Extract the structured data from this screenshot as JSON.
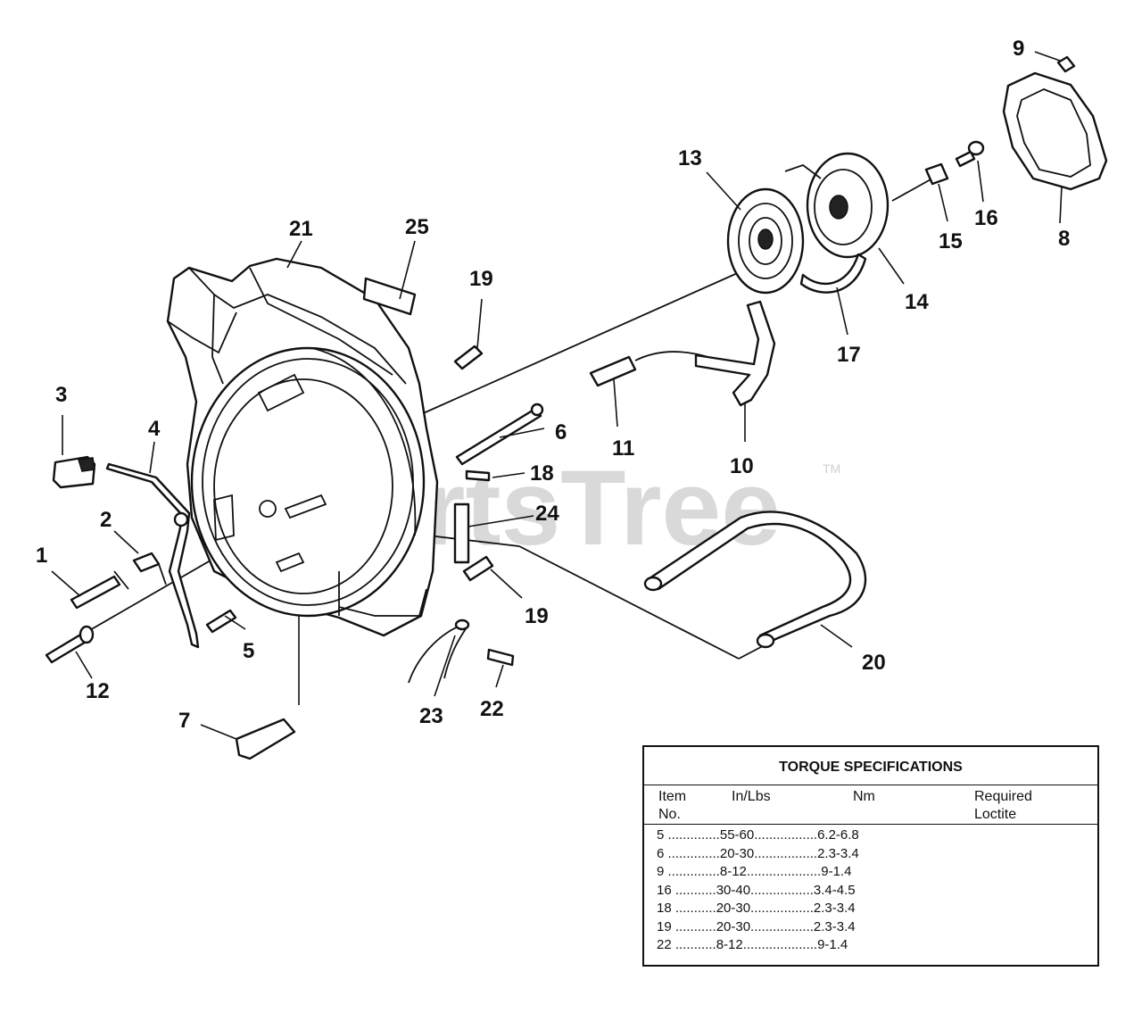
{
  "watermark": {
    "text": "PartsTree",
    "tm": "TM"
  },
  "callouts": [
    "1",
    "2",
    "3",
    "4",
    "5",
    "6",
    "7",
    "8",
    "9",
    "10",
    "11",
    "12",
    "13",
    "14",
    "15",
    "16",
    "17",
    "18",
    "19",
    "19",
    "20",
    "21",
    "22",
    "23",
    "24",
    "25"
  ],
  "torque_table": {
    "title": "TORQUE SPECIFICATIONS",
    "headers": {
      "item": "Item",
      "no": "No.",
      "inlbs": "In/Lbs",
      "nm": "Nm",
      "required": "Required",
      "loctite": "Loctite"
    },
    "rows": [
      "5 ..............55-60.................6.2-6.8",
      "6 ..............20-30.................2.3-3.4",
      "9 ..............8-12....................9-1.4",
      "16 ...........30-40.................3.4-4.5",
      "18 ...........20-30.................2.3-3.4",
      "19 ...........20-30.................2.3-3.4",
      "22 ...........8-12....................9-1.4"
    ]
  }
}
